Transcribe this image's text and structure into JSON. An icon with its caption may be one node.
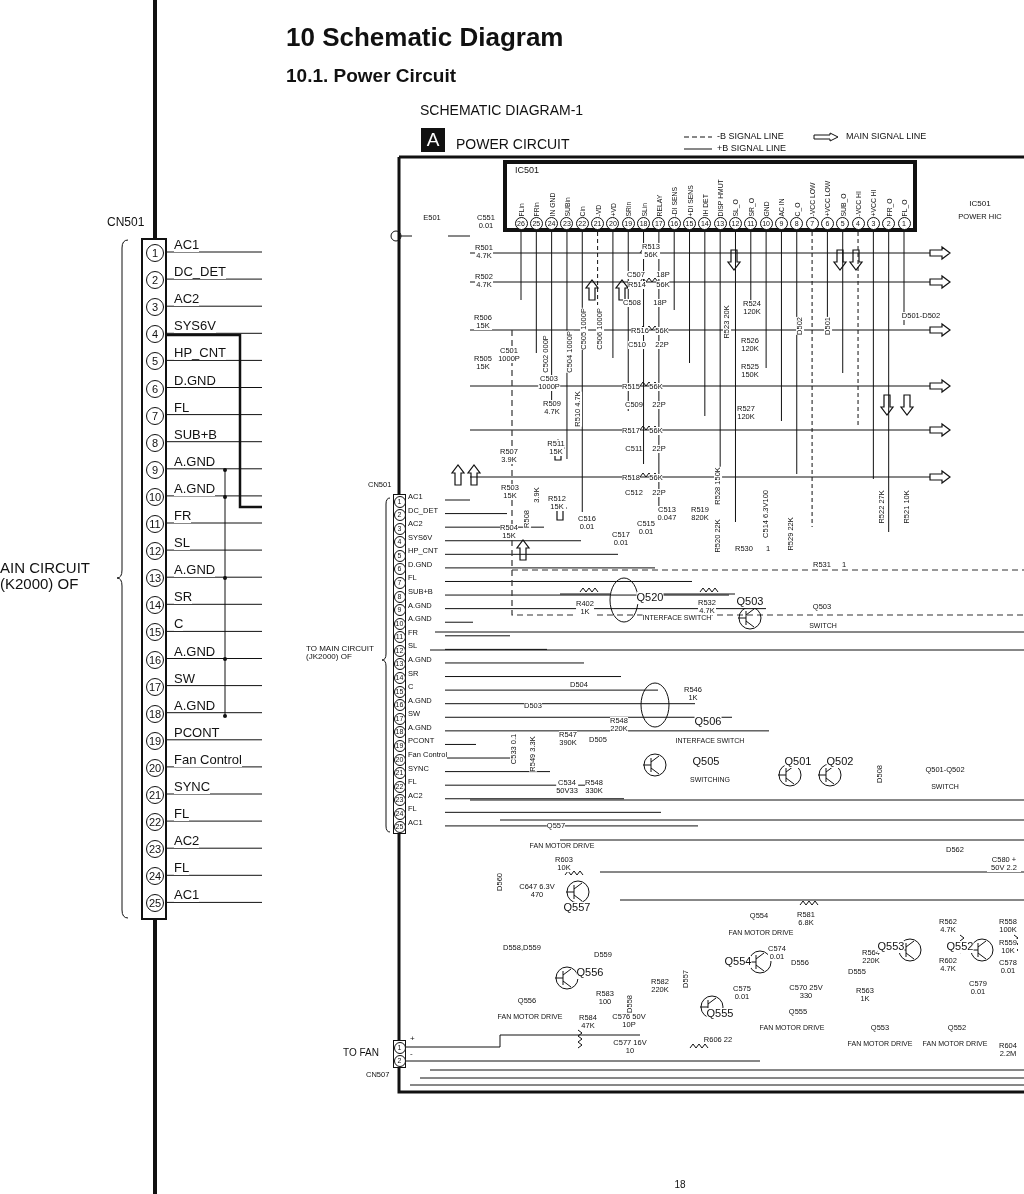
{
  "diagram": {
    "title": "10 Schematic Diagram",
    "nodes": [
      {
        "text": [
          "CN501",
          "1",
          "2",
          "3",
          "4",
          "5",
          "6",
          "7",
          "8",
          "9",
          "10",
          "11",
          "12",
          "13",
          "14",
          "15",
          "16",
          "17",
          "18",
          "19",
          "20",
          "21",
          "22",
          "23",
          "24",
          "25"
        ],
        "beside": [
          "AC1",
          "DC_DET",
          "AC2",
          "SYS6V",
          "HP_CNT",
          "D.GND",
          "FL",
          "SUB+B",
          "A.GND",
          "A.GND",
          "FR",
          "SL",
          "A.GND",
          "SR",
          "C",
          "A.GND",
          "SW",
          "A.GND",
          "PCONT",
          "Fan Control",
          "SYNC",
          "FL",
          "AC2",
          "FL",
          "AC1"
        ]
      },
      {
        "text": [
          "IC501",
          "FLin",
          "26",
          "FRin",
          "25",
          "IN GND",
          "24",
          "SUBin",
          "23",
          "Cin",
          "22",
          "-VD",
          "21",
          "+VD",
          "20",
          "SRin",
          "19",
          "SLin",
          "18",
          "RELAY",
          "17",
          "-DI SENS",
          "16",
          "+DI SENS",
          "15",
          "IH DET",
          "14",
          "DISP HMUT",
          "13",
          "SL_O",
          "12",
          "SR_O",
          "11",
          "GND",
          "10",
          "AC IN",
          "9",
          "C_O",
          "8",
          "-VCC LOW",
          "7",
          "+VCC LOW",
          "6",
          "SUB_O",
          "5",
          "-VCC HI",
          "4",
          "+VCC HI",
          "3",
          "FR_O",
          "2",
          "FL_O",
          "1"
        ],
        "beside": [
          "IC501",
          "POWER HIC"
        ]
      },
      {
        "text": [
          "CN501",
          "1",
          "2",
          "3",
          "4",
          "5",
          "6",
          "7",
          "8",
          "9",
          "10",
          "11",
          "12",
          "13",
          "14",
          "15",
          "16",
          "17",
          "18",
          "19",
          "20",
          "21",
          "22",
          "23",
          "24",
          "25"
        ],
        "beside": [
          "AC1",
          "DC_DET",
          "AC2",
          "SYS6V",
          "HP_CNT",
          "D.GND",
          "FL",
          "SUB+B",
          "A.GND",
          "A.GND",
          "FR",
          "SL",
          "A.GND",
          "SR",
          "C",
          "A.GND",
          "SW",
          "A.GND",
          "PCONT",
          "Fan Control",
          "SYNC",
          "FL",
          "AC2",
          "FL",
          "AC1"
        ]
      },
      {
        "text": [
          "CN507",
          "1",
          "2"
        ],
        "beside": [
          "TO FAN",
          "+",
          "-"
        ]
      }
    ],
    "labels": [
      "10.1.  Power Circuit",
      "SCHEMATIC DIAGRAM-1",
      "A",
      "POWER CIRCUIT",
      "AIN CIRCUIT (K2000) OF",
      "TO MAIN CIRCUIT (JK2000) OF",
      "E501",
      "C551 0.01",
      "R501 4.7K",
      "R502 4.7K",
      "R513 56K",
      "C507",
      "18P",
      "R514",
      "56K",
      "C508",
      "18P",
      "R506 15K",
      "C505 1000P",
      "C506 1000P",
      "R523 20K",
      "R524 120K",
      "D502",
      "D501",
      "D501-D502",
      "R516",
      "56K",
      "C510",
      "22P",
      "R505 15K",
      "C501 1000P",
      "C502 000P",
      "C504 1000P",
      "R526 120K",
      "R525 150K",
      "C503 1000P",
      "R509 4.7K",
      "R510 4.7K",
      "R515",
      "56K",
      "C509",
      "22P",
      "R527 120K",
      "R517",
      "56K",
      "C511",
      "22P",
      "R507 3.9K",
      "R511 15K",
      "R518",
      "56K",
      "C512",
      "22P",
      "R503 15K",
      "R508",
      "3.9K",
      "R512 15K",
      "C513 0.047",
      "R519 820K",
      "R528 150K",
      "R520 22K",
      "C514 6.3V100",
      "R529 22K",
      "C516 0.01",
      "C515 0.01",
      "C517 0.01",
      "R504 15K",
      "R530",
      "1",
      "R531",
      "1",
      "R522 27K",
      "R521 10K",
      "R402 1K",
      "Q520",
      "INTERFACE SWITCH",
      "R532 4.7K",
      "Q503",
      "Q503",
      "SWITCH",
      "D504",
      "R546 1K",
      "D503",
      "Q506",
      "R547 390K",
      "D505",
      "R548 220K",
      "INTERFACE SWITCH",
      "C533 0.1",
      "R549 3.3K",
      "Q505",
      "SWITCHING",
      "C534 50V33",
      "R548 330K",
      "Q501",
      "Q502",
      "D508",
      "Q501-Q502",
      "SWITCH",
      "Q557",
      "FAN MOTOR DRIVE",
      "D562",
      "R603 10K",
      "C580 + 50V 2.2",
      "D560",
      "C647 6.3V 470",
      "Q557",
      "R581 6.8K",
      "Q554",
      "FAN MOTOR DRIVE",
      "R562 4.7K",
      "R558 100K",
      "R559 10K",
      "D558,D559",
      "C574 0.01",
      "R564 220K",
      "Q553",
      "Q552",
      "D559",
      "Q554",
      "D556",
      "R602 4.7K",
      "C578 0.01",
      "Q556",
      "R582 220K",
      "D557",
      "C575 0.01",
      "C570 25V 330",
      "D555",
      "R563 1K",
      "C579 0.01",
      "Q556",
      "R583 100",
      "D558",
      "Q555",
      "Q555",
      "FAN MOTOR DRIVE",
      "R584 47K",
      "C576 50V 10P",
      "FAN MOTOR DRIVE",
      "Q553",
      "Q552",
      "R606 22",
      "C577 16V 10",
      "FAN MOTOR DRIVE",
      "FAN MOTOR DRIVE",
      "R604 2.2M",
      "18"
    ],
    "legend": [
      {
        "text": "-B SIGNAL LINE"
      },
      {
        "text": "+B SIGNAL LINE"
      },
      {
        "text": "MAIN SIGNAL LINE"
      }
    ]
  }
}
